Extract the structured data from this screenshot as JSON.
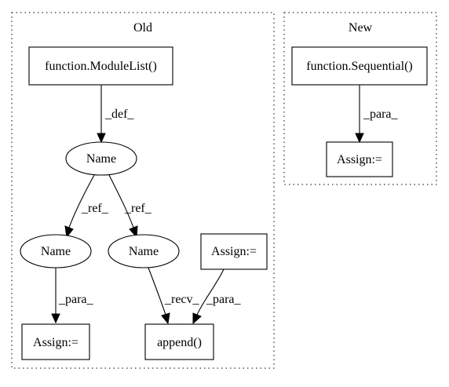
{
  "clusters": {
    "old": {
      "label": "Old"
    },
    "new": {
      "label": "New"
    }
  },
  "nodes": {
    "modulelist": "function.ModuleList()",
    "name_top": "Name",
    "name_left": "Name",
    "name_right": "Name",
    "assign_left": "Assign:=",
    "assign_right": "Assign:=",
    "append": "append()",
    "sequential": "function.Sequential()",
    "assign_new": "Assign:="
  },
  "edges": {
    "modulelist_to_name": "_def_",
    "name_to_name_left": "_ref_",
    "name_to_name_right": "_ref_",
    "name_left_to_assign": "_para_",
    "name_right_to_append": "_recv_",
    "assign_to_append": "_para_",
    "sequential_to_assign": "_para_"
  }
}
